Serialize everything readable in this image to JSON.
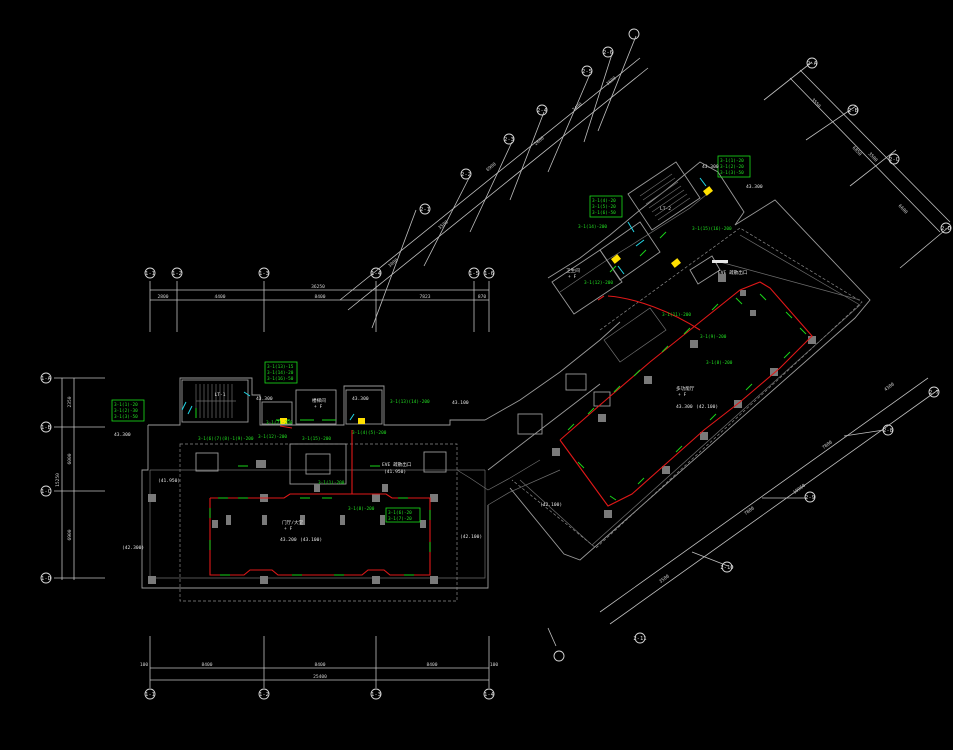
{
  "top_dims": {
    "total": "36250",
    "segments": [
      "2800",
      "4400",
      "8400",
      "7823",
      "870"
    ]
  },
  "bottom_dims": {
    "total": "25400",
    "segments": [
      "100",
      "8400",
      "8400",
      "8400",
      "100"
    ]
  },
  "left_dims": {
    "total": "15250",
    "segments": [
      "2350",
      "6000",
      "6900"
    ]
  },
  "diag_upper_dims": [
    "3000",
    "3500",
    "6900",
    "2600",
    "2400",
    "3600"
  ],
  "right_dims": [
    "3550",
    "6850",
    "3500",
    "4300",
    "7800",
    "10950",
    "6600"
  ],
  "elevations": {
    "left_stair_east": "43.300",
    "left_west": "43.300",
    "left_inner": "(41.950)",
    "left_sw": "(42.300)",
    "left_se": "(42.100)",
    "center_label": "43.200",
    "center_slab": "(43.100)",
    "left_mid": "43.300",
    "right_stair_top": "43.300",
    "right_stair_right": "43.300",
    "right_hall": "43.300",
    "right_hall_slab": "(42.100)",
    "south_right": "(42.100)",
    "diag_label": "43.100"
  },
  "room_labels": {
    "left_hall_a": "门厅/大堂",
    "left_hall_b": "+ F",
    "left_small_a": "楼梯间",
    "left_small_b": "+ F",
    "left_evac": "EVE 疏散出口",
    "left_evac_elev": "(41.950)",
    "right_small_a": "卫生间",
    "right_small_b": "+ F",
    "right_evac": "EVE 疏散出口",
    "right_hall_a": "多功能厅",
    "right_hall_b": "+ F"
  },
  "stair_labels": {
    "left": "LT-1",
    "right": "LT-2"
  },
  "left_tags": {
    "stair_box": [
      "3-1(13)-15",
      "3-1(14)-20",
      "3-1(16)-50"
    ],
    "west_box": [
      "3-1(1)-20",
      "3-1(2)-30",
      "3-1(3)-50"
    ],
    "line_a": "3-1(13)(14)-200",
    "line_b": "3-1(12)-200",
    "line_c": "3-1(15)-200",
    "line_d": "3-1(7)-200",
    "line_e": "3-1(6)(7)(8)-1(9)-200",
    "line_f": "3-1(4)(5)-200",
    "line_g": "3-1(1)-200",
    "line_h": "3-1(8)-200",
    "box_center": [
      "3-1(6)-20",
      "3-1(7)-20"
    ]
  },
  "right_tags": {
    "stair_box": [
      "3-1(1)-20",
      "3-1(2)-20",
      "3-1(3)-50"
    ],
    "west_box": [
      "3-1(4)-20",
      "3-1(5)-20",
      "3-1(6)-50"
    ],
    "line_a": "3-1(14)-200",
    "line_b": "3-1(15)(16)-200",
    "line_c": "3-1(12)-200",
    "line_d": "3-1(11)-200",
    "line_e": "3-1(9)-200",
    "line_f": "3-1(8)-200"
  },
  "axes": {
    "top_row": [
      "1-1",
      "1-2",
      "1-3",
      "1-4",
      "1-5",
      "1-6"
    ],
    "left_col": [
      "1-A",
      "1-B",
      "1-C",
      "1-D"
    ],
    "bottom_row": [
      "1-1",
      "1-2",
      "1-3",
      "1-4"
    ],
    "diag_upper": [
      "2-1",
      "2-2",
      "2-3",
      "2-4",
      "2-5",
      "2-6"
    ],
    "right_upper": [
      "2-A",
      "2-B",
      "2-C",
      "2-D"
    ],
    "right_lower": [
      "2-7",
      "2-8",
      "2-9",
      "2-10",
      "2-11"
    ]
  },
  "colors": {
    "background": "#000000",
    "dimension": "#bfbfbf",
    "wall": "#9a9a9a",
    "cable_red": "#e01818",
    "light_green": "#19d419",
    "tag_green": "#22e022",
    "cyan": "#20d8e8",
    "yellow": "#ffe000"
  }
}
